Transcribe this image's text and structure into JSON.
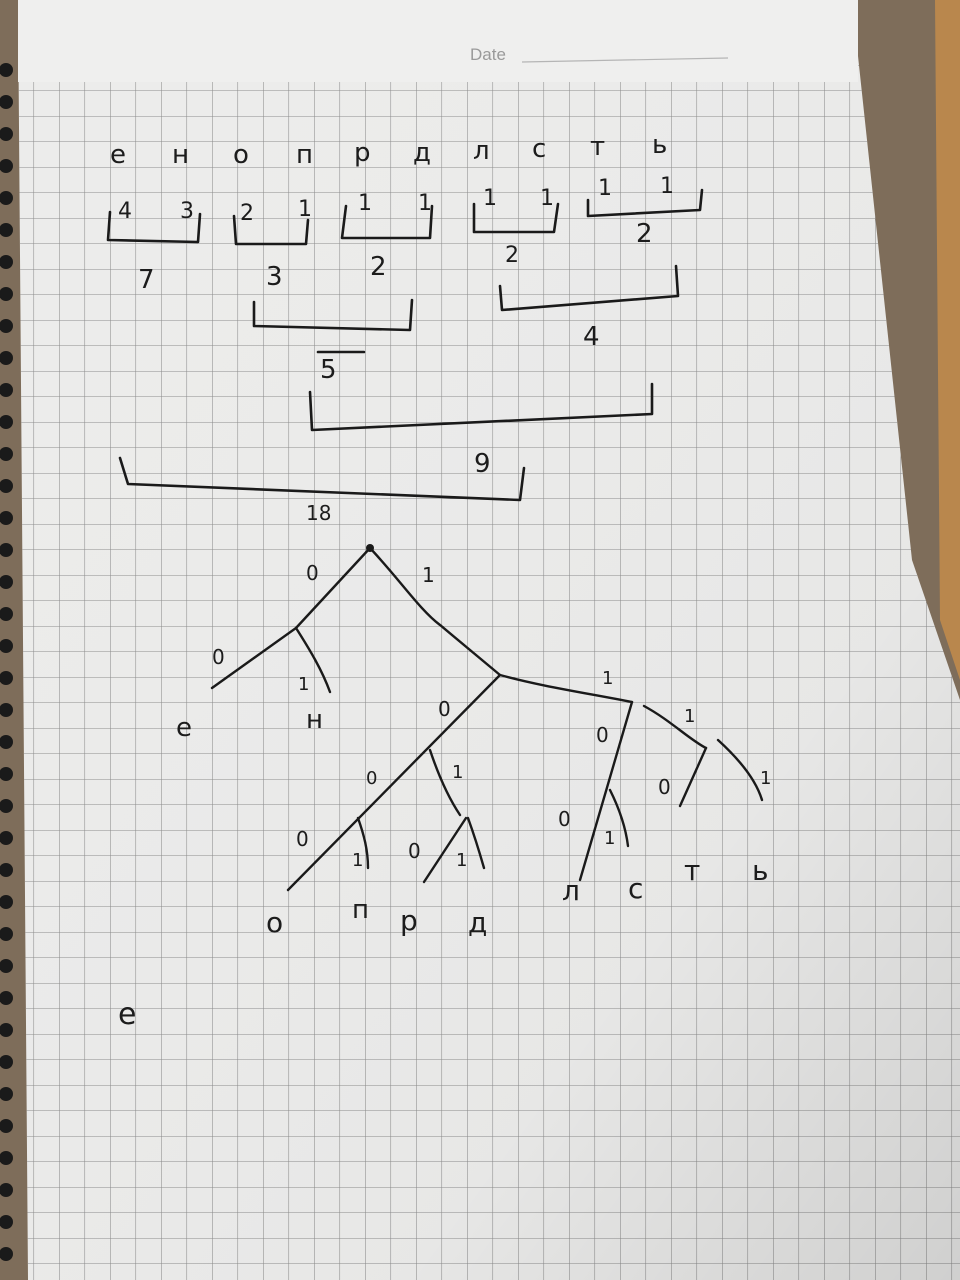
{
  "header": {
    "date_label": "Date"
  },
  "letters": [
    "е",
    "н",
    "о",
    "п",
    "р",
    "д",
    "л",
    "с",
    "т",
    "ь"
  ],
  "frequencies": [
    "4",
    "3",
    "2",
    "1",
    "1",
    "1",
    "1",
    "1",
    "1",
    "1"
  ],
  "merge_sums": [
    "7",
    "3",
    "2",
    "2",
    "2",
    "4",
    "5",
    "9",
    "18"
  ],
  "tree": {
    "edge_labels": [
      "0",
      "1",
      "0",
      "1",
      "0",
      "1",
      "0",
      "1",
      "0",
      "1",
      "0",
      "1",
      "0",
      "1",
      "0",
      "1",
      "0",
      "1"
    ],
    "leaves": [
      "е",
      "н",
      "о",
      "п",
      "р",
      "д",
      "л",
      "с",
      "т",
      "ь"
    ]
  },
  "footer_letter": "е"
}
